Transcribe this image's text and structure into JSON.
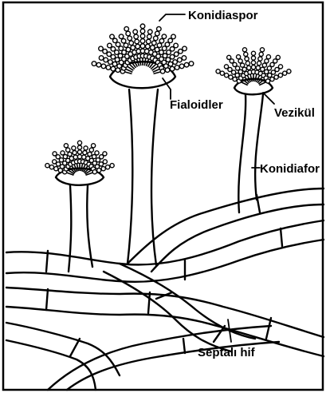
{
  "labels": {
    "konidiaspor": "Konidiaspor",
    "fialoidler": "Fialoidler",
    "vezikul": "Vezikül",
    "konidiafor": "Konidiafor",
    "septali_hif": "Septalı hif"
  }
}
